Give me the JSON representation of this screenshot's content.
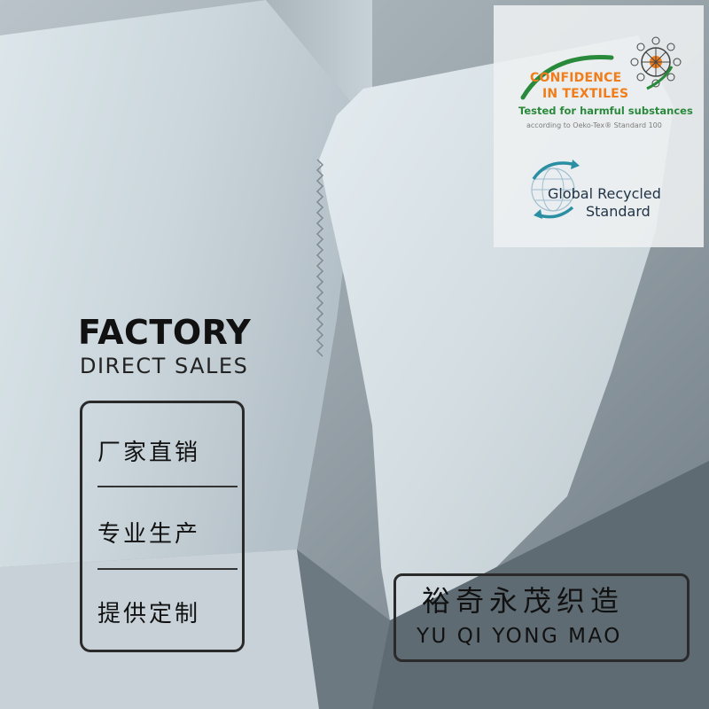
{
  "headline": {
    "title": "FACTORY",
    "subtitle": "DIRECT SALES"
  },
  "slogans": [
    {
      "text": "厂家直销"
    },
    {
      "text": "专业生产"
    },
    {
      "text": "提供定制"
    }
  ],
  "brand": {
    "chinese": "裕奇永茂织造",
    "english": "YU QI YONG MAO"
  },
  "certifications": {
    "oeko_tex": {
      "line1": "CONFIDENCE",
      "line2": "IN TEXTILES",
      "tagline": "Tested for harmful substances",
      "fineprint": "according to Oeko-Tex® Standard 100"
    },
    "grs": {
      "line1": "Global Recycled",
      "line2": "Standard"
    }
  },
  "colors": {
    "fabric": "#d2dde3",
    "background": "#9aa4ab",
    "oeko_orange": "#f07c1a",
    "oeko_green": "#2a8a3c",
    "grs_teal": "#2b8fa3",
    "text": "#111111"
  },
  "icons": [
    "oeko-tex-globe-icon",
    "grs-globe-icon"
  ]
}
